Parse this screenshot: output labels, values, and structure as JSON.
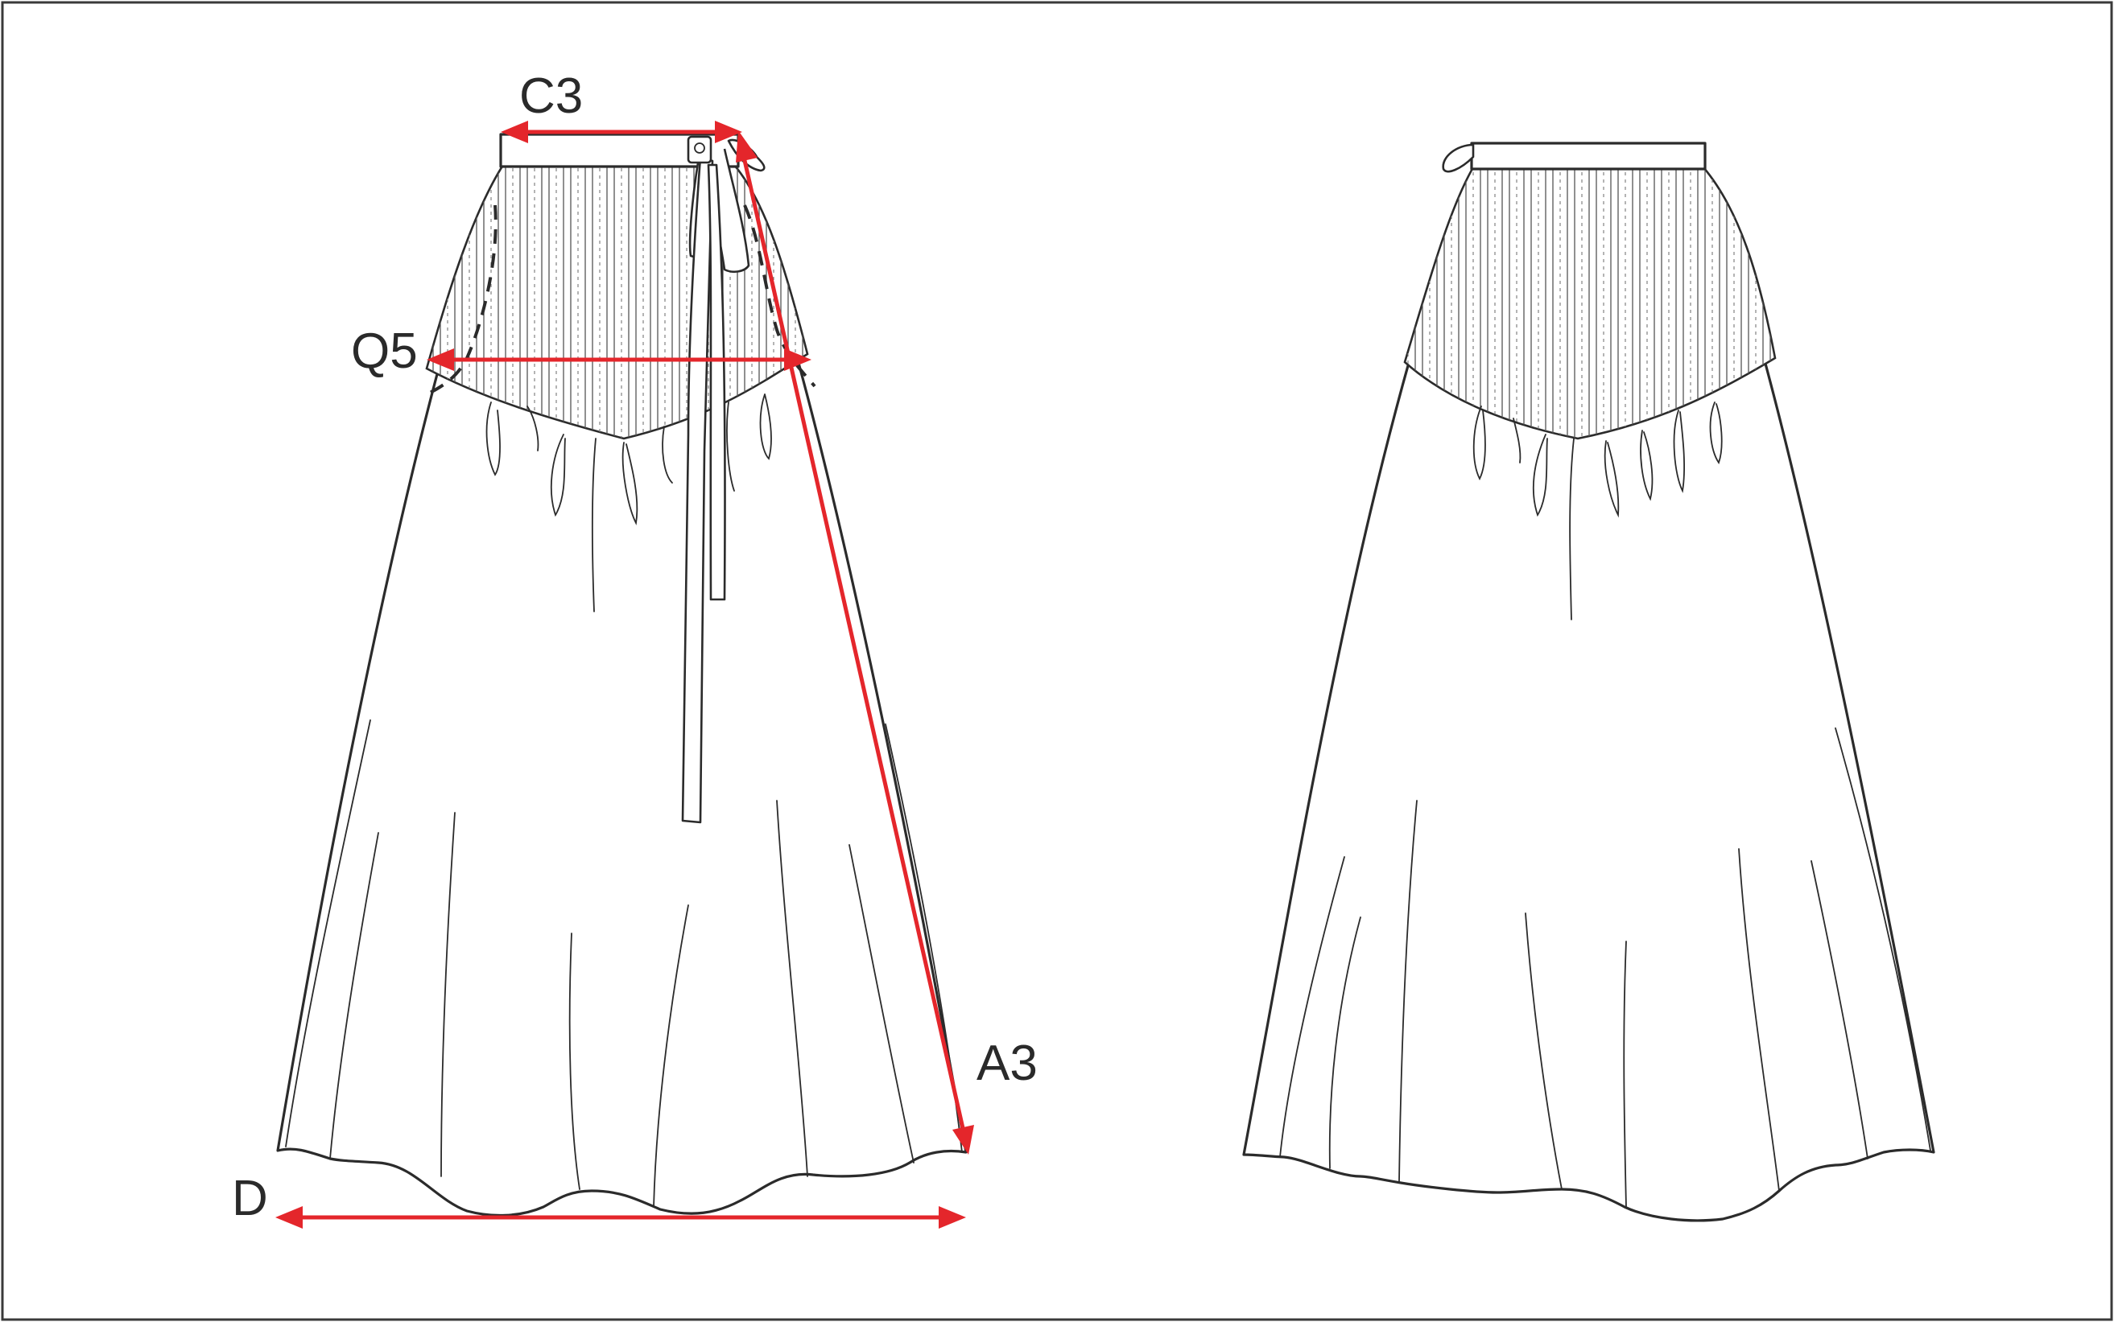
{
  "diagram": {
    "views": [
      "front",
      "back"
    ],
    "measurements": [
      {
        "code": "C3"
      },
      {
        "code": "Q5"
      },
      {
        "code": "A3"
      },
      {
        "code": "D"
      }
    ],
    "colors": {
      "measurement": "#e4262b",
      "outline": "#2b2b2b",
      "background": "#ffffff"
    }
  }
}
